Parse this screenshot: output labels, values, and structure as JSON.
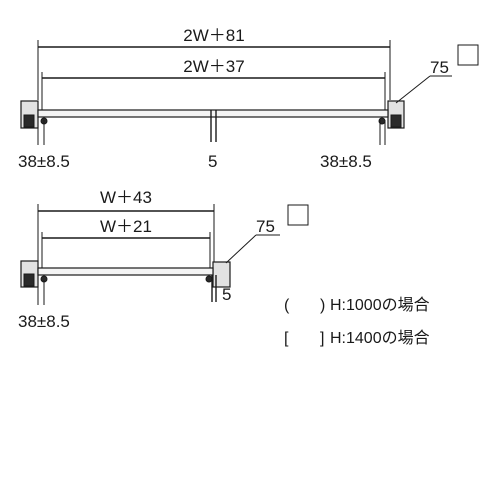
{
  "top_view": {
    "overall_dim": "2W＋81",
    "inner_dim": "2W＋37",
    "post_size": "75",
    "left_offset": "38±8.5",
    "center_dim": "5",
    "right_offset": "38±8.5"
  },
  "bottom_view": {
    "overall_dim": "W＋43",
    "inner_dim": "W＋21",
    "post_size": "75",
    "right_dim": "5",
    "left_offset": "38±8.5"
  },
  "legend": {
    "h1000_bracket": "(",
    "h1000_close": ")",
    "h1000_text": "H:1000の場合",
    "h1400_bracket": "[",
    "h1400_close": "]",
    "h1400_text": "H:1400の場合"
  }
}
